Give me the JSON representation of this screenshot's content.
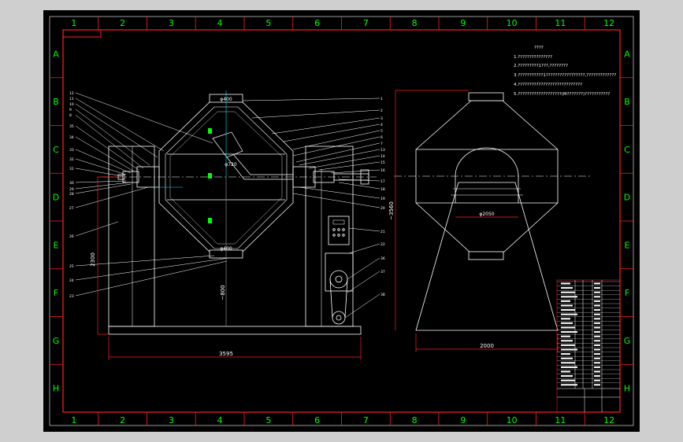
{
  "drawing": {
    "grid_columns": [
      "1",
      "2",
      "3",
      "4",
      "5",
      "6",
      "7",
      "8",
      "9",
      "10",
      "11",
      "12"
    ],
    "grid_rows": [
      "A",
      "B",
      "C",
      "D",
      "E",
      "F",
      "G",
      "H"
    ],
    "dimensions": {
      "overall_width_front": "3595",
      "height_left": "2300",
      "center_height": "~800",
      "total_height_side": "~3560",
      "top_flange": "φ400",
      "bottom_flange": "φ400",
      "shaft_dia": "φ720",
      "drum_dia": "φ2050",
      "base_width_side": "2000"
    },
    "notes_title": "????",
    "notes": [
      "1.???????????????",
      "2.?????????1???,????????",
      "3.???????????1?????????????????,?????????????",
      "4.????????????????????????????",
      "5.???????????????????(M???????)???????????"
    ]
  },
  "colors": {
    "frame_bg": "#000000",
    "page_bg": "#cfcfcf",
    "border_red": "#ff2020",
    "zone_green": "#00ff00",
    "line_white": "#ffffff",
    "center_cyan": "#00e5ff"
  }
}
